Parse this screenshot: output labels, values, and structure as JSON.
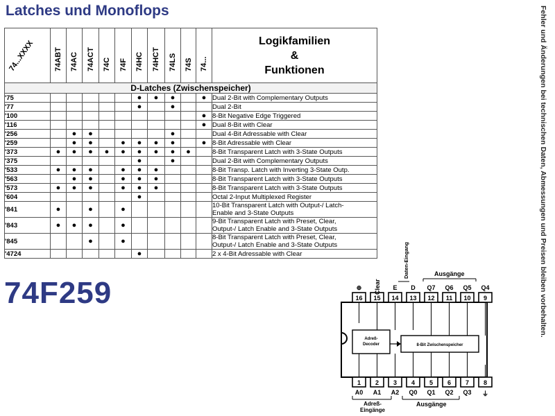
{
  "title": "Latches und Monoflops",
  "part_number": "74F259",
  "side_note": "Fehler und Änderungen bei technischen Daten, Abmessungen und Preisen bleiben vorbehalten.",
  "table": {
    "corner_label": "74...XXXX",
    "families": [
      "74ABT",
      "74AC",
      "74ACT",
      "74C",
      "74F",
      "74HC",
      "74HCT",
      "74LS",
      "74S",
      "74..."
    ],
    "header_title": [
      "Logikfamilien",
      "&",
      "Funktionen"
    ],
    "section": "D-Latches (Zwischenspeicher)",
    "rows": [
      {
        "code": "'75",
        "dots": [
          0,
          0,
          0,
          0,
          0,
          1,
          1,
          1,
          0,
          1
        ],
        "fn": [
          "Dual 2-Bit with Complementary Outputs"
        ]
      },
      {
        "code": "'77",
        "dots": [
          0,
          0,
          0,
          0,
          0,
          1,
          0,
          1,
          0,
          0
        ],
        "fn": [
          "Dual 2-Bit"
        ]
      },
      {
        "code": "'100",
        "dots": [
          0,
          0,
          0,
          0,
          0,
          0,
          0,
          0,
          0,
          1
        ],
        "fn": [
          "8-Bit Negative Edge Triggered"
        ]
      },
      {
        "code": "'116",
        "dots": [
          0,
          0,
          0,
          0,
          0,
          0,
          0,
          0,
          0,
          1
        ],
        "fn": [
          "Dual 8-Bit with Clear"
        ]
      },
      {
        "code": "'256",
        "dots": [
          0,
          1,
          1,
          0,
          0,
          0,
          0,
          1,
          0,
          0
        ],
        "fn": [
          "Dual 4-Bit Adressable with Clear"
        ]
      },
      {
        "code": "'259",
        "dots": [
          0,
          1,
          1,
          0,
          1,
          1,
          1,
          1,
          0,
          1
        ],
        "fn": [
          "8-Bit Adressable with Clear"
        ]
      },
      {
        "code": "'373",
        "dots": [
          1,
          1,
          1,
          1,
          1,
          1,
          1,
          1,
          1,
          0
        ],
        "fn": [
          "8-Bit Transparent Latch with 3-State Outputs"
        ]
      },
      {
        "code": "'375",
        "dots": [
          0,
          0,
          0,
          0,
          0,
          1,
          0,
          1,
          0,
          0
        ],
        "fn": [
          "Dual 2-Bit with Complementary Outputs"
        ]
      },
      {
        "code": "'533",
        "dots": [
          1,
          1,
          1,
          0,
          1,
          1,
          1,
          0,
          0,
          0
        ],
        "fn": [
          "8-Bit Transp. Latch with Inverting 3-State Outp."
        ]
      },
      {
        "code": "'563",
        "dots": [
          0,
          1,
          1,
          0,
          1,
          1,
          1,
          0,
          0,
          0
        ],
        "fn": [
          "8-Bit Transparent Latch with 3-State Outputs"
        ]
      },
      {
        "code": "'573",
        "dots": [
          1,
          1,
          1,
          0,
          1,
          1,
          1,
          0,
          0,
          0
        ],
        "fn": [
          "8-Bit Transparent Latch with 3-State Outputs"
        ]
      },
      {
        "code": "'604",
        "dots": [
          0,
          0,
          0,
          0,
          0,
          1,
          0,
          0,
          0,
          0
        ],
        "fn": [
          "Octal 2-Input Multiplexed Register"
        ]
      },
      {
        "code": "'841",
        "dots": [
          1,
          0,
          1,
          0,
          1,
          0,
          0,
          0,
          0,
          0
        ],
        "fn": [
          "10-Bit Transparent Latch with Output-/ Latch-",
          "Enable and 3-State Outputs"
        ]
      },
      {
        "code": "'843",
        "dots": [
          1,
          1,
          1,
          0,
          1,
          0,
          0,
          0,
          0,
          0
        ],
        "fn": [
          "9-Bit Transparent Latch with Preset, Clear,",
          "Output-/ Latch Enable and 3-State Outputs"
        ]
      },
      {
        "code": "'845",
        "dots": [
          0,
          0,
          1,
          0,
          1,
          0,
          0,
          0,
          0,
          0
        ],
        "fn": [
          "8-Bit Transparent Latch with Preset, Clear,",
          "Output-/ Latch Enable and 3-State Outputs"
        ]
      },
      {
        "code": "'4724",
        "dots": [
          0,
          0,
          0,
          0,
          0,
          1,
          0,
          0,
          0,
          0
        ],
        "fn": [
          "2 x 4-Bit Adressable with Clear"
        ]
      }
    ]
  },
  "pinout": {
    "top_pins": [
      "16",
      "15",
      "14",
      "13",
      "12",
      "11",
      "10",
      "9"
    ],
    "bottom_pins": [
      "1",
      "2",
      "3",
      "4",
      "5",
      "6",
      "7",
      "8"
    ],
    "top_labels": [
      "⊕",
      "Clear",
      "E",
      "D",
      "Q7",
      "Q6",
      "Q5",
      "Q4"
    ],
    "bottom_labels": [
      "A0",
      "A1",
      "A2",
      "Q0",
      "Q1",
      "Q2",
      "Q3",
      "⏚"
    ],
    "data_input_label": "Daten-Eingang",
    "outputs_label": "Ausgänge",
    "address_inputs_label": "Adreß-Eingänge",
    "decoder_label": "Adreß-Decoder",
    "latch_label": "8-Bit Zwischenspeicher"
  }
}
